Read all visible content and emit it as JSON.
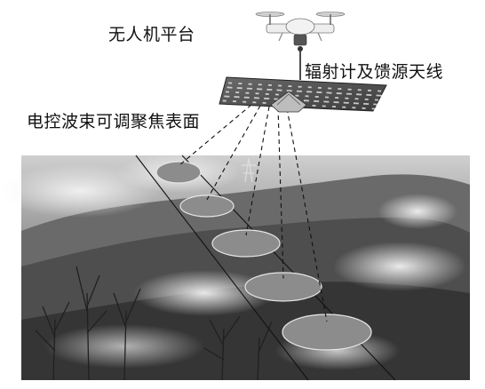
{
  "labels": {
    "platform": "无人机平台",
    "antenna": "辐射计及馈源天线",
    "surface": "电控波束可调聚焦表面"
  },
  "beam_spots_count": 5,
  "colors": {
    "ink": "#111111",
    "spot_fill": "#8c8c8c",
    "spot_stroke": "#e6e6e6",
    "panel": "#4a4a4a",
    "sky": "#d9d9d9",
    "mountain": "#5a5a5a"
  }
}
